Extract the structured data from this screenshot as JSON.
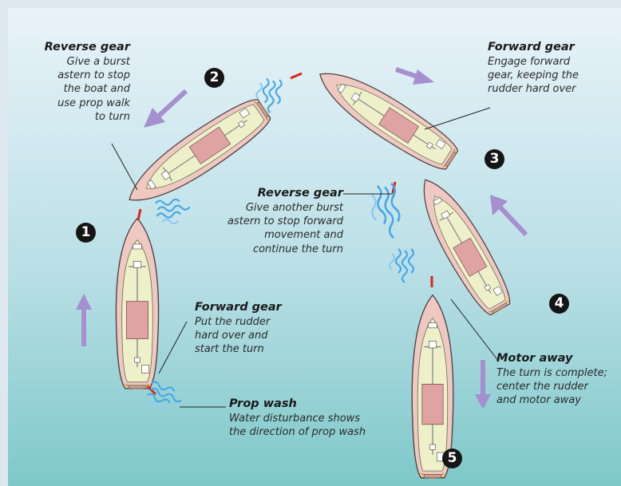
{
  "steps": [
    {
      "number": "1",
      "heading": "Forward gear",
      "text": "Put the rudder\nhard over and\nstart the turn"
    },
    {
      "number": "2",
      "heading": "Reverse gear",
      "text": "Give a burst\nastern to stop\nthe boat and\nuse prop walk\nto turn"
    },
    {
      "number": "3",
      "heading": "Forward gear",
      "text": "Engage forward\ngear, keeping the\nrudder hard over"
    },
    {
      "number": "4",
      "heading": "Reverse gear",
      "text": "Give another burst\nastern to stop forward\nmovement and\ncontinue the turn"
    },
    {
      "number": "5",
      "heading": "Motor away",
      "text": "The turn is complete;\ncenter the rudder\nand motor away"
    }
  ],
  "prop_wash": {
    "heading": "Prop wash",
    "text": "Water disturbance shows\nthe direction of prop wash"
  },
  "colors": {
    "water_top": "#e9f3f9",
    "water_bottom": "#7ec8c9",
    "hull": "#efc9c1",
    "deck": "#eef0c9",
    "cabin": "#e0a3a3",
    "arrow": "#a68fce",
    "wash": "#4aa7e6",
    "rudder": "#d8261d"
  }
}
